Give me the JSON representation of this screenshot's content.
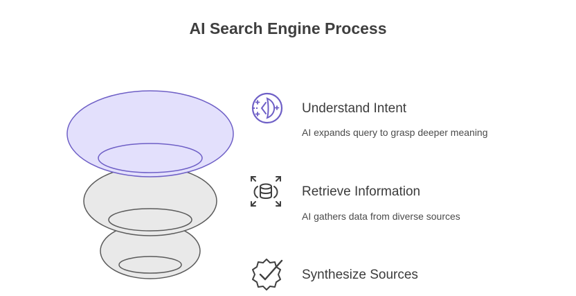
{
  "title": "AI Search Engine Process",
  "colors": {
    "accent": "#6e5fc6",
    "accent_fill": "#e3e0fc",
    "neutral_fill": "#e9e9e9",
    "neutral_stroke": "#5a5a5a",
    "text": "#3f3f3f"
  },
  "steps": [
    {
      "title": "Understand Intent",
      "description": "AI expands query to grasp deeper meaning",
      "icon": "brain-search-icon"
    },
    {
      "title": "Retrieve Information",
      "description": "AI gathers data from diverse sources",
      "icon": "database-expand-icon"
    },
    {
      "title": "Synthesize Sources",
      "description": "",
      "icon": "badge-check-icon"
    }
  ]
}
